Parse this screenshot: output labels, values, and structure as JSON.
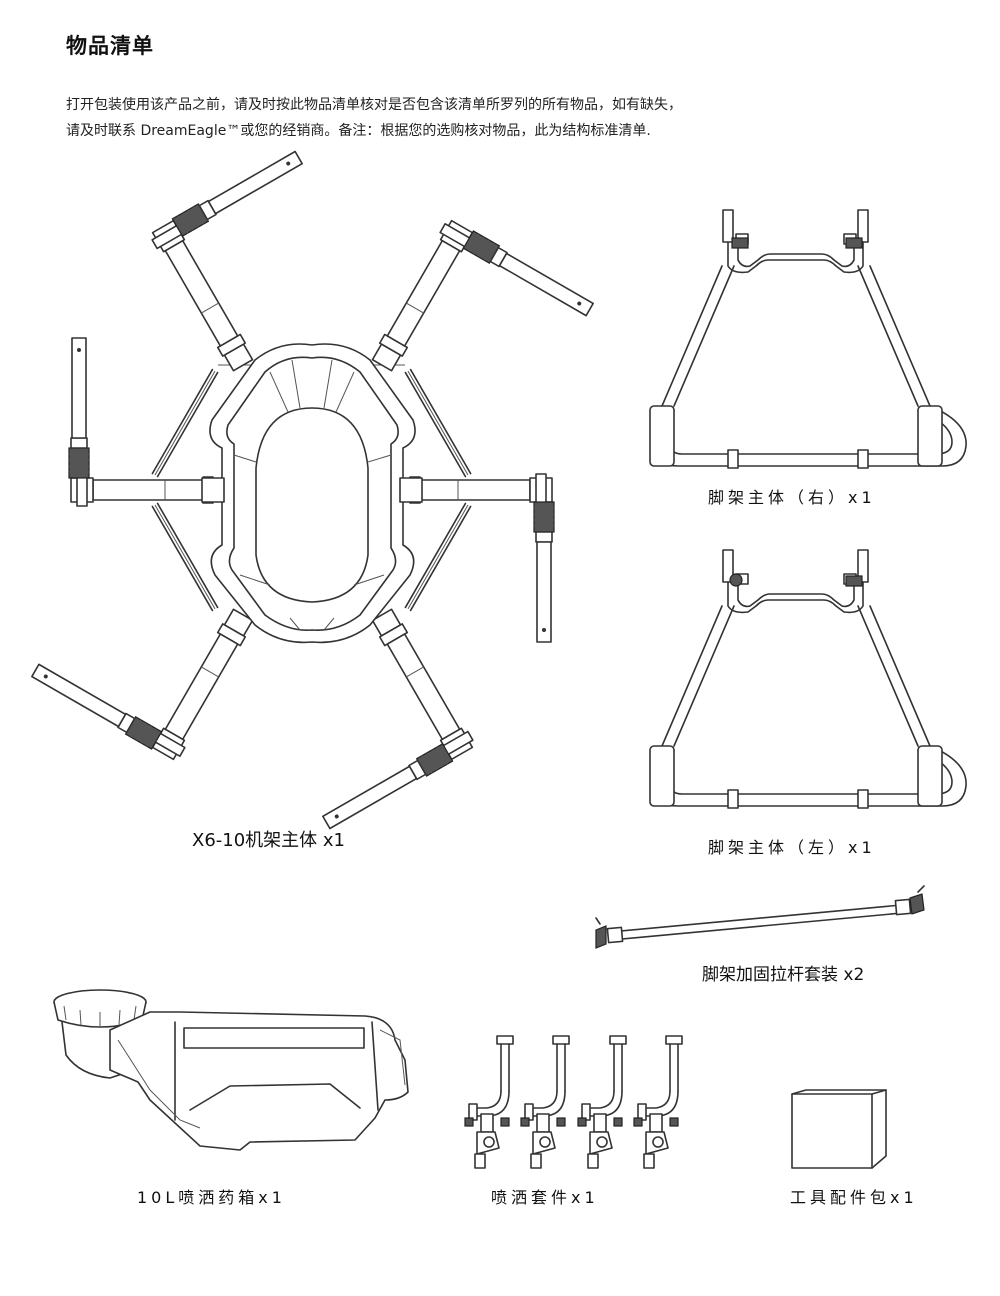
{
  "page": {
    "title": "物品清单",
    "intro_line1": "打开包装使用该产品之前，请及时按此物品清单核对是否包含该清单所罗列的所有物品，如有缺失，",
    "intro_line2": "请及时联系 DreamEagle™或您的经销商。备注：根据您的选购核对物品，此为结构标准清单."
  },
  "items": [
    {
      "label": "X6-10机架主体 x1"
    },
    {
      "label": "脚架主体（右）x1"
    },
    {
      "label": "脚架主体（左）x1"
    },
    {
      "label": "脚架加固拉杆套装 x2"
    },
    {
      "label": "10L喷洒药箱x1"
    },
    {
      "label": "喷洒套件x1"
    },
    {
      "label": "工具配件包x1"
    }
  ],
  "drawings": [
    {
      "name": "hexacopter-frame-drawing"
    },
    {
      "name": "landing-gear-right-drawing"
    },
    {
      "name": "landing-gear-left-drawing"
    },
    {
      "name": "reinforcement-rod-drawing"
    },
    {
      "name": "spray-tank-drawing"
    },
    {
      "name": "spray-kit-drawing"
    },
    {
      "name": "tool-box-drawing"
    }
  ]
}
